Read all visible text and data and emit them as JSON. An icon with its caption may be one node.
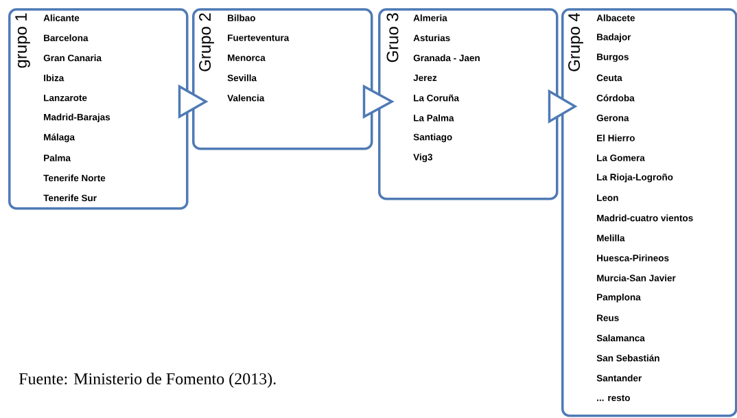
{
  "diagram": {
    "caption": "Fuente: Ministerio de Fomento (2013).",
    "nodes": [
      {
        "text": [
          "grupo 1",
          "Alicante",
          "Barcelona",
          "Gran Canaria",
          "Ibiza",
          "Lanzarote",
          "Madrid-Barajas",
          "Málaga",
          "Palma",
          "Tenerife Norte",
          "Tenerife Sur"
        ]
      },
      {
        "text": [
          "Grupo 2",
          "Bilbao",
          "Fuerteventura",
          "Menorca",
          "Sevilla",
          "Valencia"
        ]
      },
      {
        "text": [
          "Gruo 3",
          "Almeria",
          "Asturias",
          "Granada - Jaen",
          "Jerez",
          "La Coruña",
          "La Palma",
          "Santiago",
          "Vig3"
        ]
      },
      {
        "text": [
          "Grupo 4",
          "Albacete",
          "Badajor",
          "Burgos",
          "Ceuta",
          "Córdoba",
          "Gerona",
          "El Hierro",
          "La Gomera",
          "La Rioja-Logroño",
          "Leon",
          "Madrid-cuatro vientos",
          "Melilla",
          "Huesca-Pirineos",
          "Murcia-San Javier",
          "Pamplona",
          "Reus",
          "Salamanca",
          "San Sebastián",
          "Santander",
          "... resto"
        ]
      }
    ],
    "edges": [
      {
        "from": 0,
        "to": 1,
        "arrow": "to"
      },
      {
        "from": 1,
        "to": 2,
        "arrow": "to"
      },
      {
        "from": 2,
        "to": 3,
        "arrow": "to"
      }
    ]
  }
}
